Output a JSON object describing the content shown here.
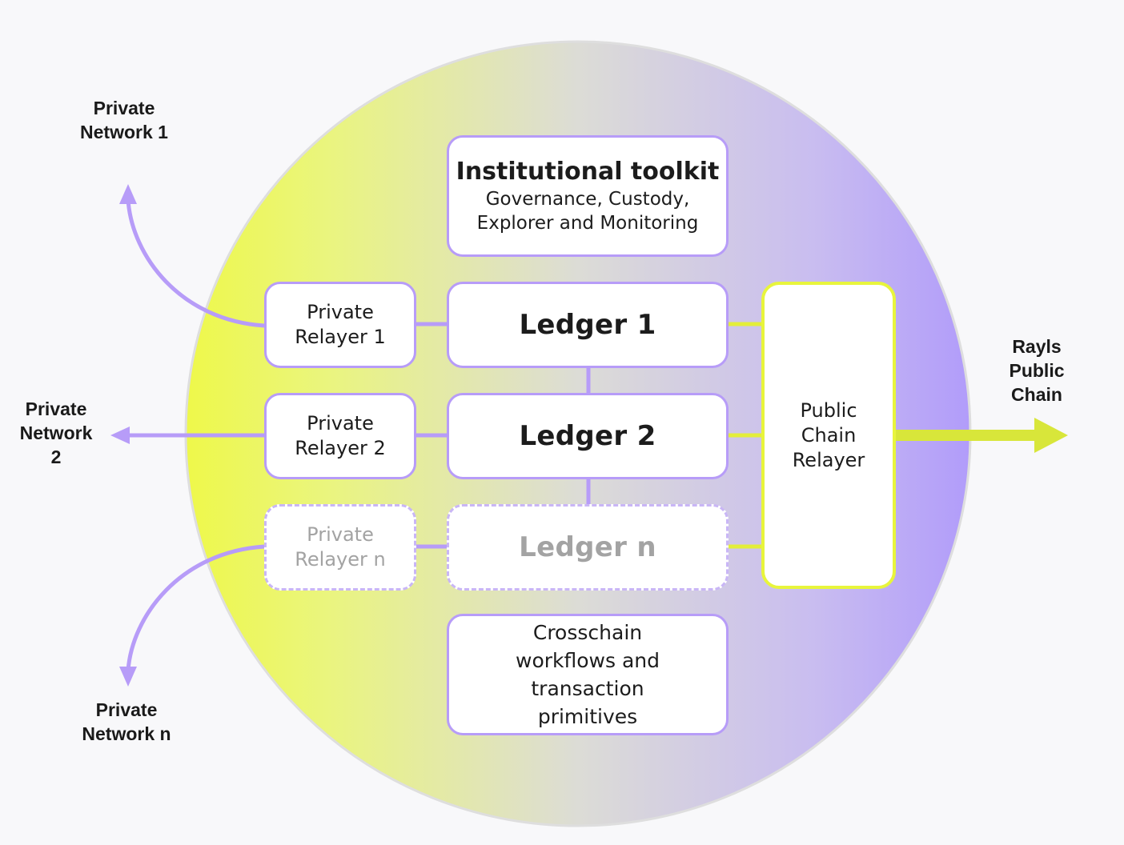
{
  "toolkit": {
    "title": "Institutional toolkit",
    "subtitle_line1": "Governance, Custody,",
    "subtitle_line2": "Explorer and Monitoring"
  },
  "relayers": [
    {
      "line1": "Private",
      "line2": "Relayer 1"
    },
    {
      "line1": "Private",
      "line2": "Relayer 2"
    },
    {
      "line1": "Private",
      "line2": "Relayer n"
    }
  ],
  "ledgers": [
    {
      "label": "Ledger 1"
    },
    {
      "label": "Ledger 2"
    },
    {
      "label": "Ledger n"
    }
  ],
  "public_relayer": {
    "line1": "Public",
    "line2": "Chain",
    "line3": "Relayer"
  },
  "crosschain": {
    "line1": "Crosschain",
    "line2": "workflows and",
    "line3": "transaction",
    "line4": "primitives"
  },
  "external": {
    "private_network_1": {
      "line1": "Private",
      "line2": "Network 1"
    },
    "private_network_2": {
      "line1": "Private",
      "line2": "Network",
      "line3": "2"
    },
    "private_network_n": {
      "line1": "Private",
      "line2": "Network n"
    },
    "rayls_public_chain": {
      "line1": "Rayls",
      "line2": "Public",
      "line3": "Chain"
    }
  },
  "colors": {
    "purple": "#b79cf8",
    "yellow": "#e8f53c",
    "dashed_text": "#a3a3a3",
    "gradient_left": "#eef84a",
    "gradient_mid": "#dcdcd6",
    "gradient_right": "#b19cfa"
  }
}
